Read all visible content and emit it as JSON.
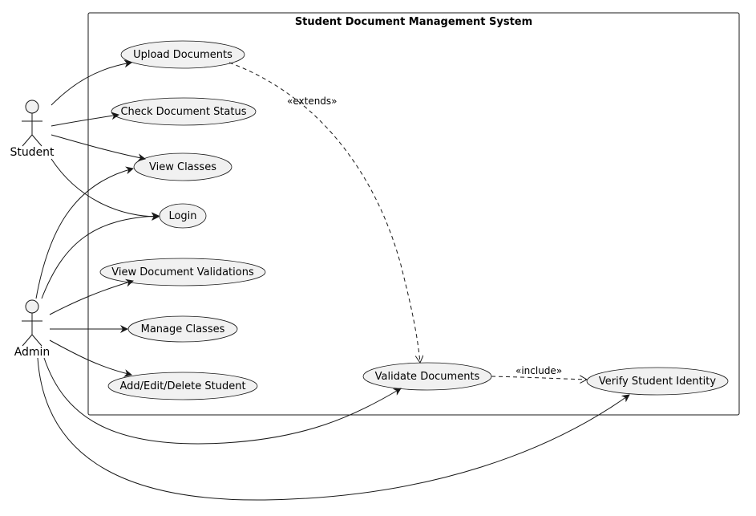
{
  "system": {
    "title": "Student Document Management System"
  },
  "actors": {
    "student": "Student",
    "admin": "Admin"
  },
  "use_cases": {
    "upload_documents": "Upload Documents",
    "check_document_status": "Check Document Status",
    "view_classes": "View Classes",
    "login": "Login",
    "view_document_validations": "View Document Validations",
    "manage_classes": "Manage Classes",
    "add_edit_delete_student": "Add/Edit/Delete Student",
    "validate_documents": "Validate Documents",
    "verify_student_identity": "Verify Student Identity"
  },
  "relations": {
    "extends": "«extends»",
    "include": "«include»"
  },
  "colors": {
    "fill": "#f1f1f1",
    "stroke": "#181818",
    "background": "#ffffff"
  }
}
